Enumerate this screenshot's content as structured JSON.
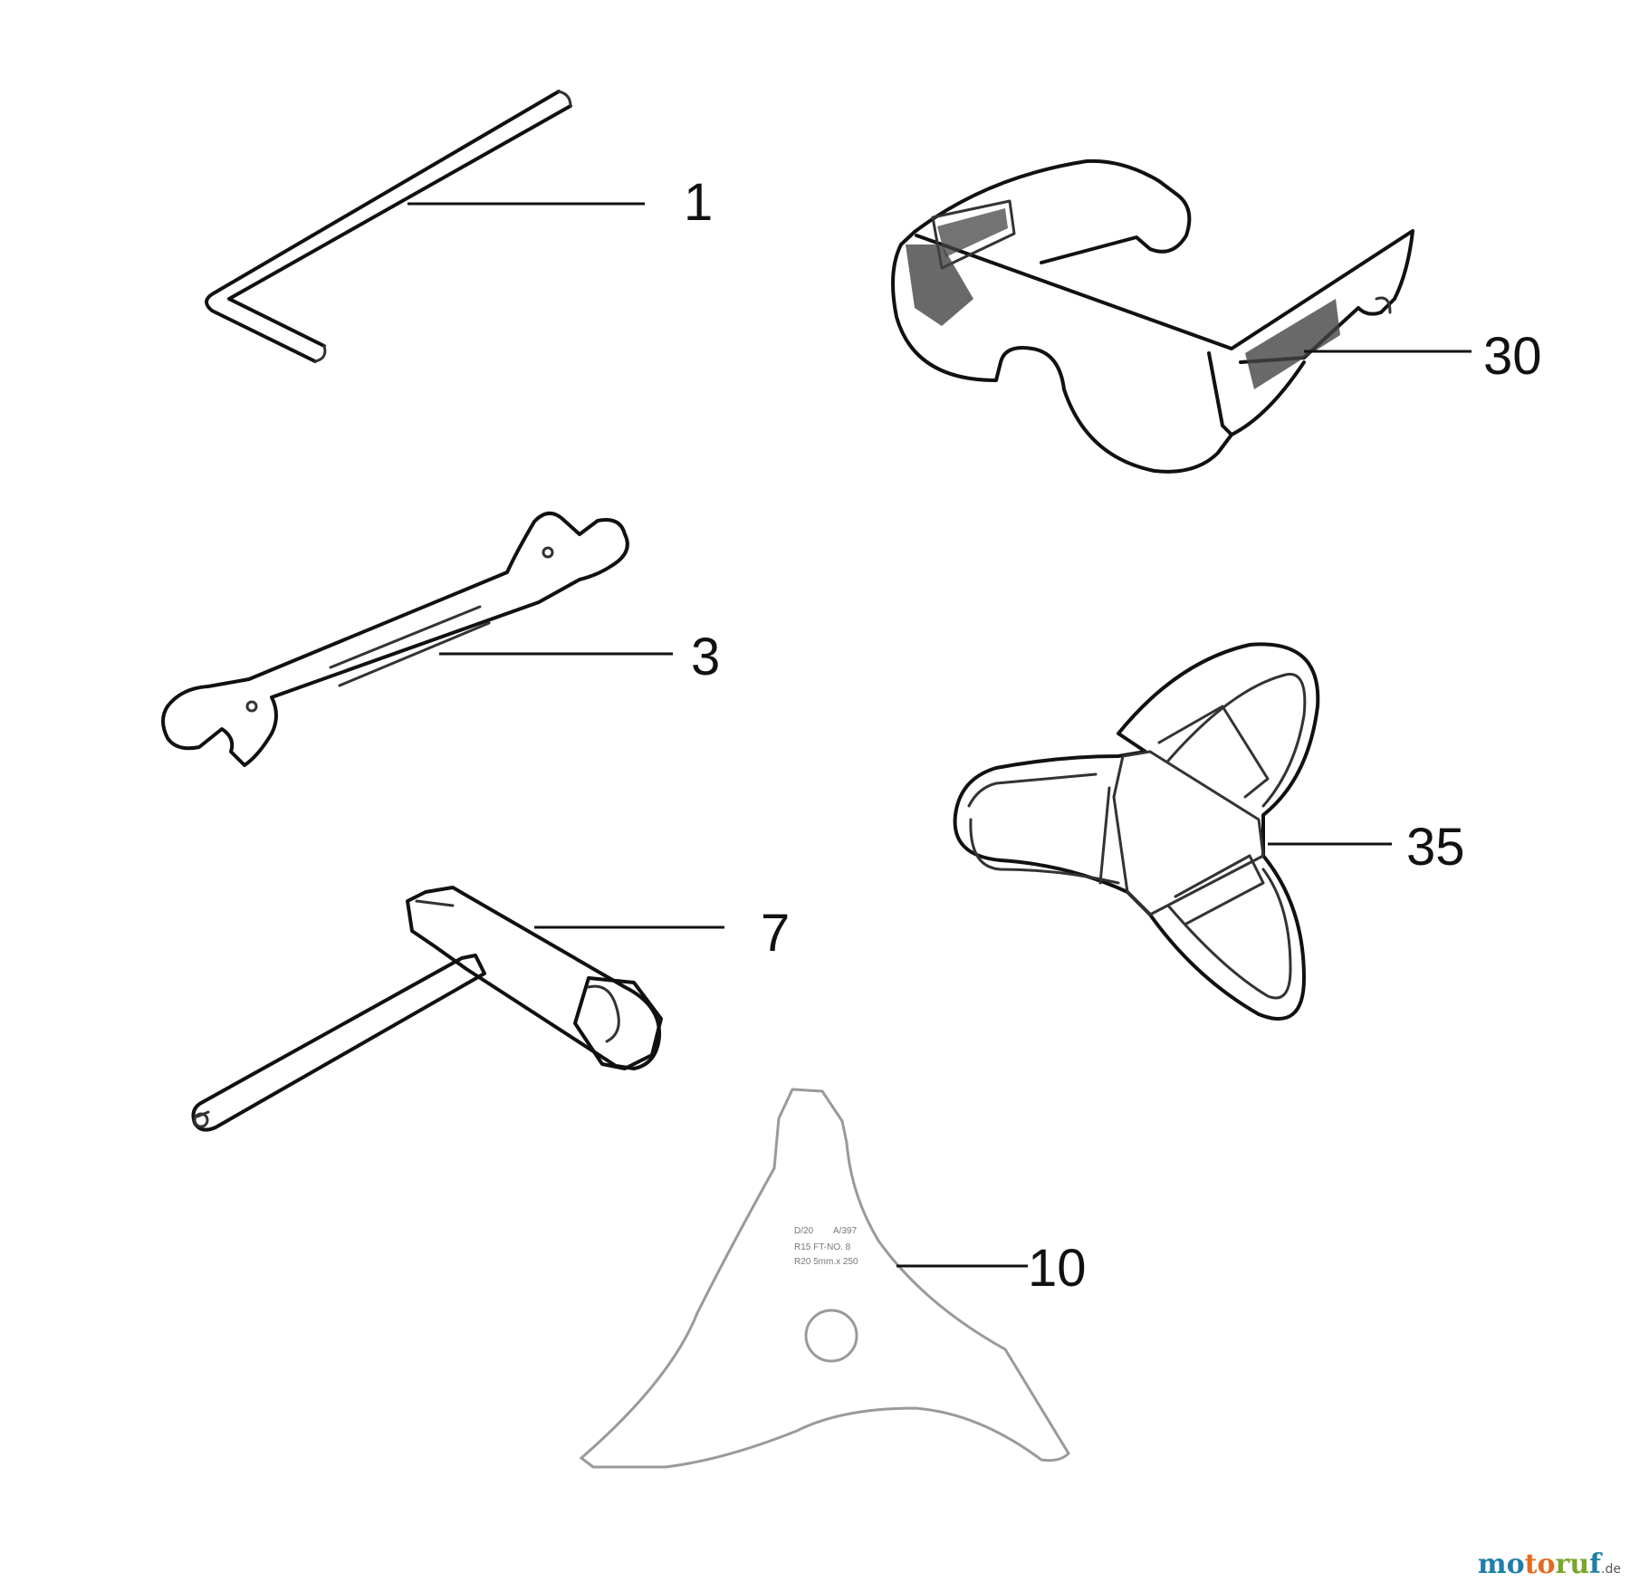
{
  "diagram": {
    "parts": [
      {
        "callout": "1",
        "icon": "hex-key-icon"
      },
      {
        "callout": "30",
        "icon": "safety-glasses-icon"
      },
      {
        "callout": "3",
        "icon": "open-end-wrench-icon"
      },
      {
        "callout": "35",
        "icon": "blade-guard-icon"
      },
      {
        "callout": "7",
        "icon": "spark-plug-socket-wrench-icon"
      },
      {
        "callout": "10",
        "icon": "three-tooth-blade-icon"
      }
    ],
    "blade_label": [
      "D/20",
      "A/397",
      "R15  FT-NO. 8",
      "R20  5mm.x 250"
    ]
  },
  "watermark": {
    "parts": [
      "mo",
      "to",
      "ru",
      "f"
    ],
    "tld": ".de"
  },
  "colors": {
    "watermark_blue": "#1f7fa8",
    "watermark_orange": "#e36b1e",
    "watermark_green": "#7aa62b"
  }
}
